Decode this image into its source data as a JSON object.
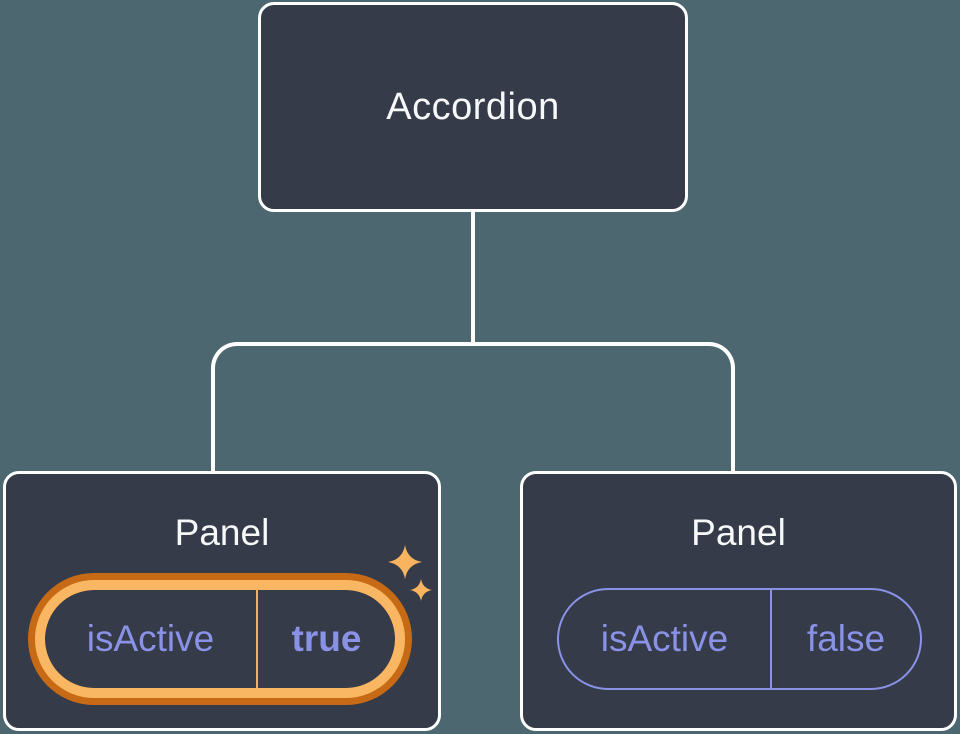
{
  "diagram": {
    "root": {
      "label": "Accordion"
    },
    "panels": [
      {
        "label": "Panel",
        "state": {
          "key": "isActive",
          "value": "true"
        },
        "active": true,
        "highlight_icon": "sparkles-icon"
      },
      {
        "label": "Panel",
        "state": {
          "key": "isActive",
          "value": "false"
        },
        "active": false
      }
    ],
    "colors": {
      "background": "#4D6771",
      "card": "#353B48",
      "card_border": "#FFFFFF",
      "connector": "#FFFFFF",
      "title_text": "#F7F8FA",
      "state_purple": "#8A92E8",
      "highlight_outer_ring": "#C76A15",
      "highlight_inner_ring": "#FAB763",
      "highlight_divider": "#F5AF58",
      "sparkle": "#F9B45F"
    }
  }
}
